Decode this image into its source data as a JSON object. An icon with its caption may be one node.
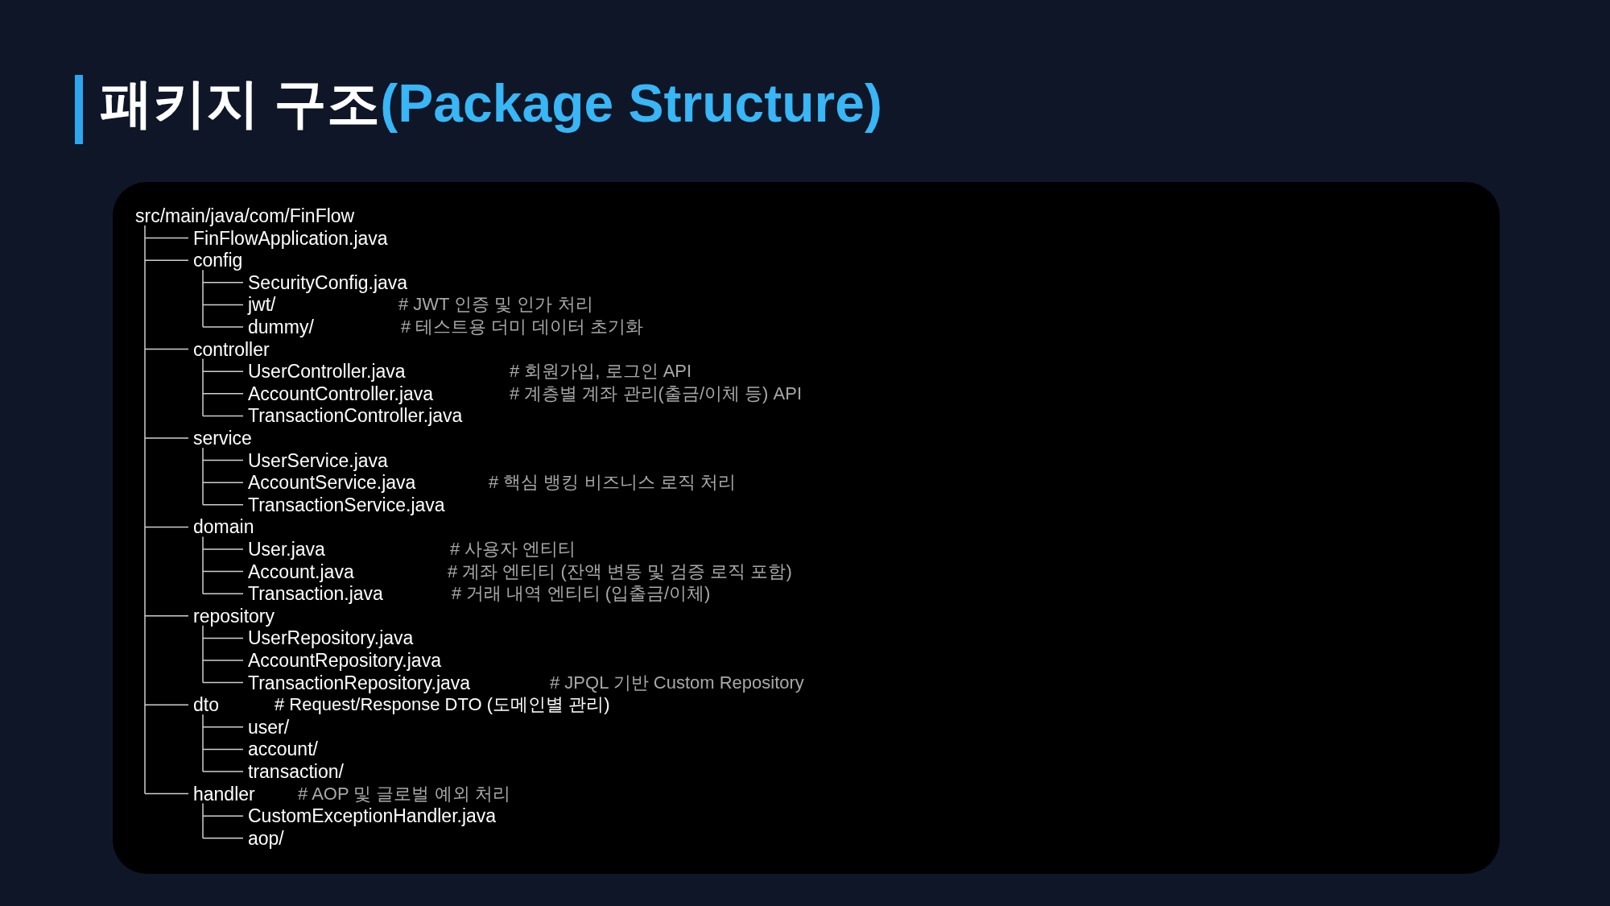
{
  "diagram": {
    "title": "패키지 구조(Package Structure)",
    "labels": [
      "src/main/java/com/FinFlow",
      "FinFlowApplication.java",
      "config",
      "SecurityConfig.java",
      "jwt/",
      "# JWT 인증 및 인가 처리",
      "dummy/",
      "# 테스트용 더미 데이터 초기화",
      "controller",
      "UserController.java",
      "# 회원가입, 로그인 API",
      "AccountController.java",
      "# 계층별 계좌 관리(출금/이체 등) API",
      "TransactionController.java",
      "service",
      "UserService.java",
      "AccountService.java",
      "# 핵심 뱅킹 비즈니스 로직 처리",
      "TransactionService.java",
      "domain",
      "User.java",
      "# 사용자 엔티티",
      "Account.java",
      "# 계좌 엔티티 (잔액 변동 및 검증 로직 포함)",
      "Transaction.java",
      "# 거래 내역 엔티티 (입출금/이체)",
      "repository",
      "UserRepository.java",
      "AccountRepository.java",
      "TransactionRepository.java",
      "# JPQL 기반 Custom Repository",
      "dto",
      "# Request/Response DTO (도메인별 관리)",
      "user/",
      "account/",
      "transaction/",
      "handler",
      "# AOP 및 글로벌 예외 처리",
      "CustomExceptionHandler.java",
      "aop/"
    ]
  }
}
